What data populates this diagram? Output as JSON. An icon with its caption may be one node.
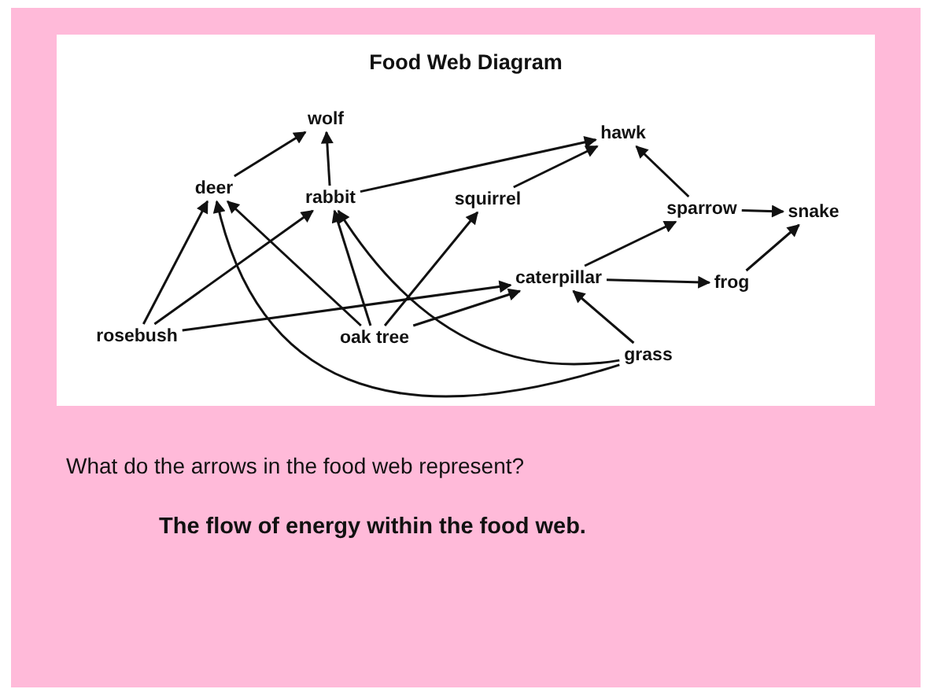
{
  "diagram": {
    "title": "Food Web Diagram",
    "nodes": [
      {
        "text": [
          "wolf"
        ]
      },
      {
        "text": [
          "deer"
        ]
      },
      {
        "text": [
          "rabbit"
        ]
      },
      {
        "text": [
          "squirrel"
        ]
      },
      {
        "text": [
          "hawk"
        ]
      },
      {
        "text": [
          "sparrow"
        ]
      },
      {
        "text": [
          "snake"
        ]
      },
      {
        "text": [
          "caterpillar"
        ]
      },
      {
        "text": [
          "frog"
        ]
      },
      {
        "text": [
          "rosebush"
        ]
      },
      {
        "text": [
          "oak tree"
        ]
      },
      {
        "text": [
          "grass"
        ]
      }
    ],
    "edges": [
      {
        "from": 1,
        "to": 0,
        "arrow": "to"
      },
      {
        "from": 2,
        "to": 0,
        "arrow": "to"
      },
      {
        "from": 2,
        "to": 4,
        "arrow": "to"
      },
      {
        "from": 3,
        "to": 4,
        "arrow": "to"
      },
      {
        "from": 5,
        "to": 4,
        "arrow": "to"
      },
      {
        "from": 5,
        "to": 6,
        "arrow": "to"
      },
      {
        "from": 7,
        "to": 5,
        "arrow": "to"
      },
      {
        "from": 7,
        "to": 8,
        "arrow": "to"
      },
      {
        "from": 8,
        "to": 6,
        "arrow": "to"
      },
      {
        "from": 11,
        "to": 7,
        "arrow": "to"
      },
      {
        "from": 9,
        "to": 1,
        "arrow": "to"
      },
      {
        "from": 9,
        "to": 2,
        "arrow": "to"
      },
      {
        "from": 9,
        "to": 7,
        "arrow": "to"
      },
      {
        "from": 10,
        "to": 1,
        "arrow": "to"
      },
      {
        "from": 10,
        "to": 2,
        "arrow": "to"
      },
      {
        "from": 10,
        "to": 3,
        "arrow": "to"
      },
      {
        "from": 10,
        "to": 7,
        "arrow": "to"
      },
      {
        "from": 11,
        "to": 1,
        "arrow": "to"
      },
      {
        "from": 11,
        "to": 2,
        "arrow": "to"
      }
    ],
    "labels": [
      "What do the arrows in the food web represent?",
      "The flow of energy within the food web."
    ]
  }
}
